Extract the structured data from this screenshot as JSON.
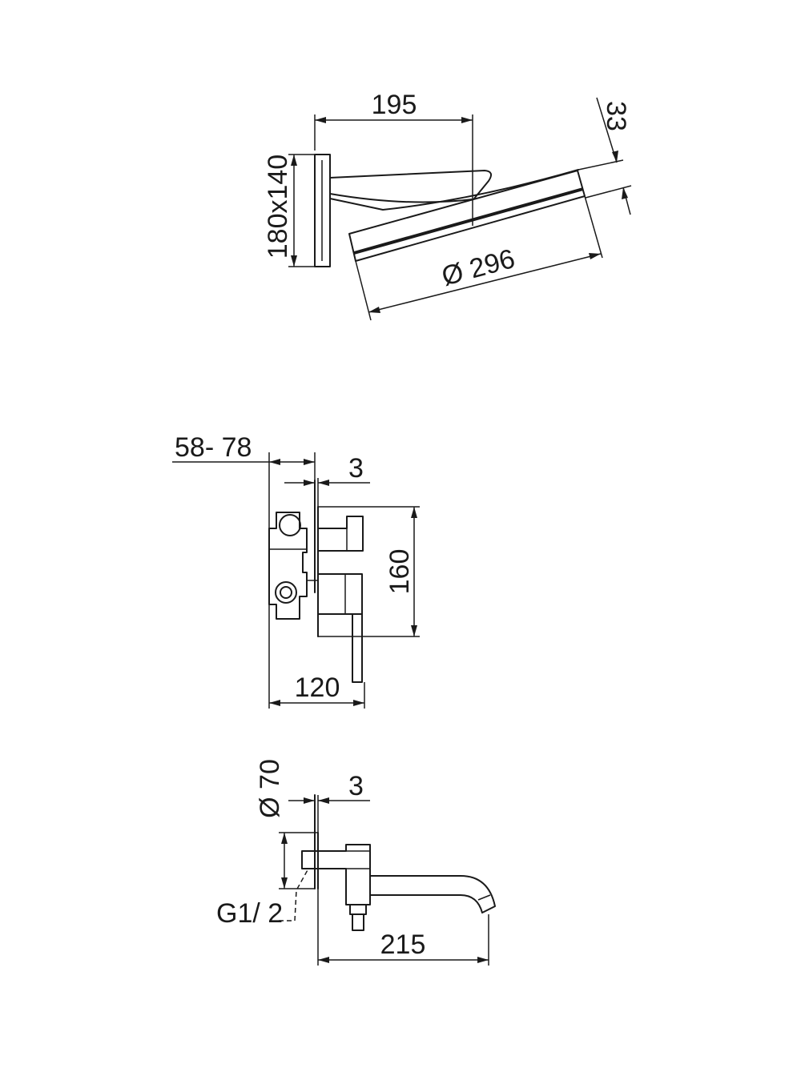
{
  "dimensions": {
    "shower_arm_length": "195",
    "shower_head_thickness": "33",
    "wall_plate_size": "180x140",
    "shower_head_diameter": "Ø 296",
    "mixer_depth_range": "58- 78",
    "mixer_plate_gap": "3",
    "mixer_plate_height": "160",
    "mixer_projection": "120",
    "spout_plate_diameter": "Ø 70",
    "spout_plate_gap": "3",
    "spout_thread": "G1/ 2",
    "spout_projection": "215"
  }
}
